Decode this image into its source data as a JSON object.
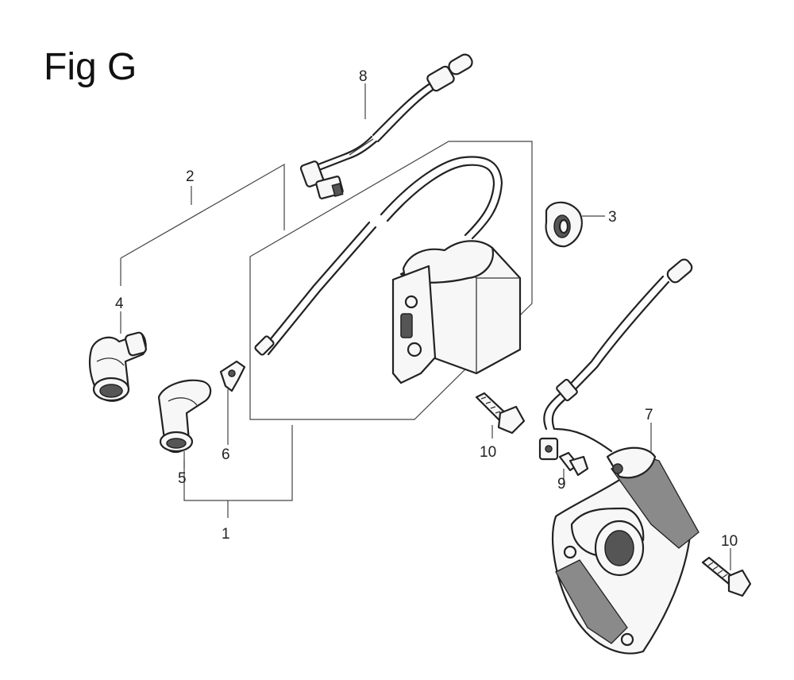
{
  "title": "Fig G",
  "callouts": {
    "c1": "1",
    "c2": "2",
    "c3": "3",
    "c4": "4",
    "c5": "5",
    "c6": "6",
    "c7": "7",
    "c8": "8",
    "c9": "9",
    "c10a": "10",
    "c10b": "10"
  }
}
